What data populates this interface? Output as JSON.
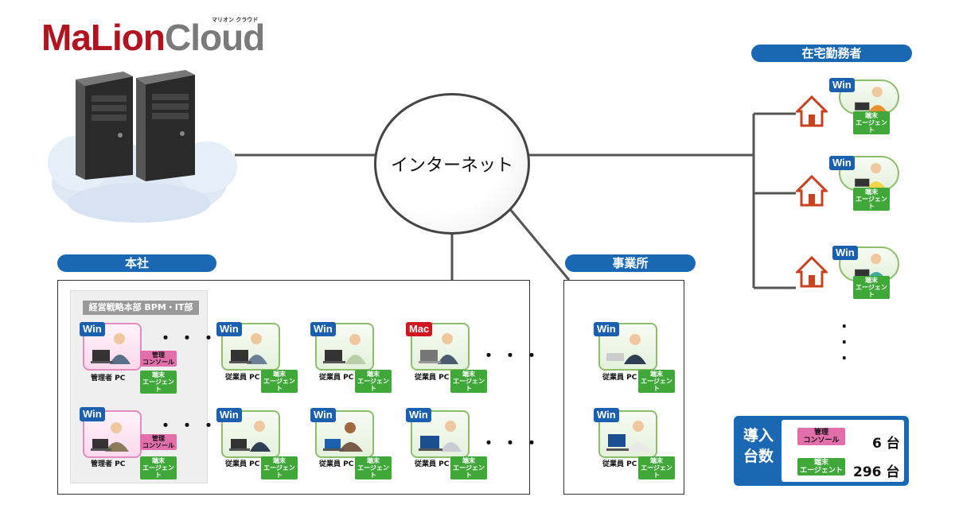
{
  "logo": {
    "main_ma": "MaLion",
    "main_cloud": "Cloud",
    "ruby": "マリオン クラウド"
  },
  "hub_label": "インターネット",
  "sections": {
    "honsha": "本社",
    "jigyousho": "事業所",
    "remote": "在宅勤務者",
    "exec_dept": "経営戦略本部 BPM・IT部"
  },
  "labels": {
    "win": "Win",
    "mac": "Mac",
    "agent": "端末\nエージェント",
    "console": "管理\nコンソール",
    "admin_pc": "管理者 PC",
    "employee_pc": "従業員 PC",
    "dots": "・・・"
  },
  "totals": {
    "heading_line1": "導入",
    "heading_line2": "台数",
    "console_count": "6 台",
    "agent_count": "296 台"
  },
  "colors": {
    "accent_blue": "#1a67b3",
    "agent_green": "#3fa838",
    "console_pink": "#e26fac",
    "win_blue": "#1b5fb0",
    "mac_red": "#d0161e",
    "logo_red": "#b3121f"
  },
  "icons": [
    "server-icon",
    "cloud-icon",
    "house-icon",
    "person-at-pc-icon"
  ]
}
